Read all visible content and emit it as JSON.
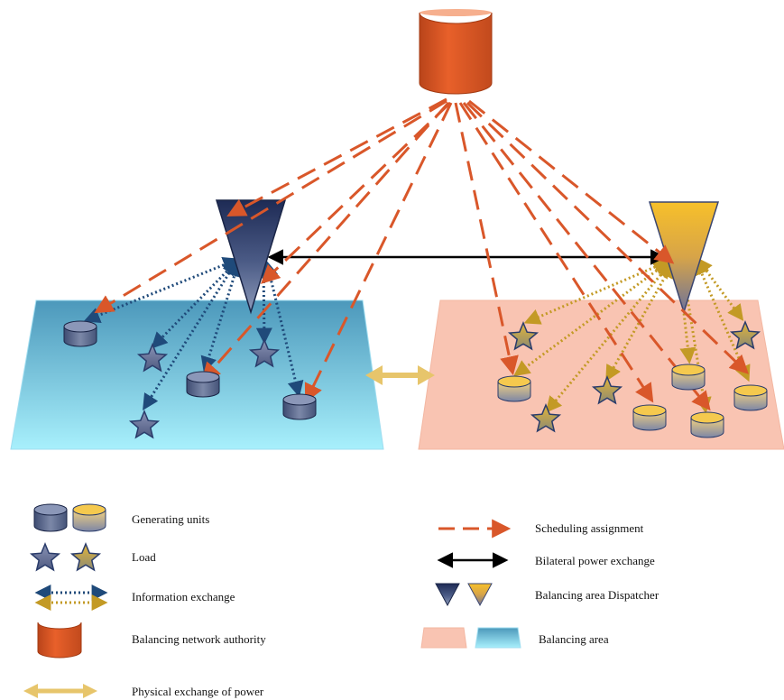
{
  "colors": {
    "authority_orange": "#E05A24",
    "scheduling_dash": "#D9572A",
    "info_blue": "#1F4A7A",
    "info_gold": "#C39A25",
    "physical_exchange": "#E7C56B",
    "bilateral_black": "#000000",
    "area_blue_top": "#4F9DBF",
    "area_blue_bottom": "#A6EDFB",
    "area_pink": "#F9C4B2",
    "dispatcher_navy": "#2A3C6B",
    "dispatcher_gold": "#F5BE2C"
  },
  "icons": {
    "authority": "cylinder-icon",
    "dispatcher": "inverted-triangle-icon",
    "generator": "cylinder-icon",
    "load": "star-icon"
  },
  "legend": {
    "generating_units": "Generating units",
    "load": "Load",
    "information_exchange": "Information exchange",
    "balancing_network_authority": "Balancing  network authority",
    "physical_exchange": "Physical exchange of power",
    "scheduling_assignment": "Scheduling assignment",
    "bilateral_power_exchange": "Bilateral  power exchange",
    "balancing_area_dispatcher": "Balancing area Dispatcher",
    "balancing_area": "Balancing area"
  }
}
